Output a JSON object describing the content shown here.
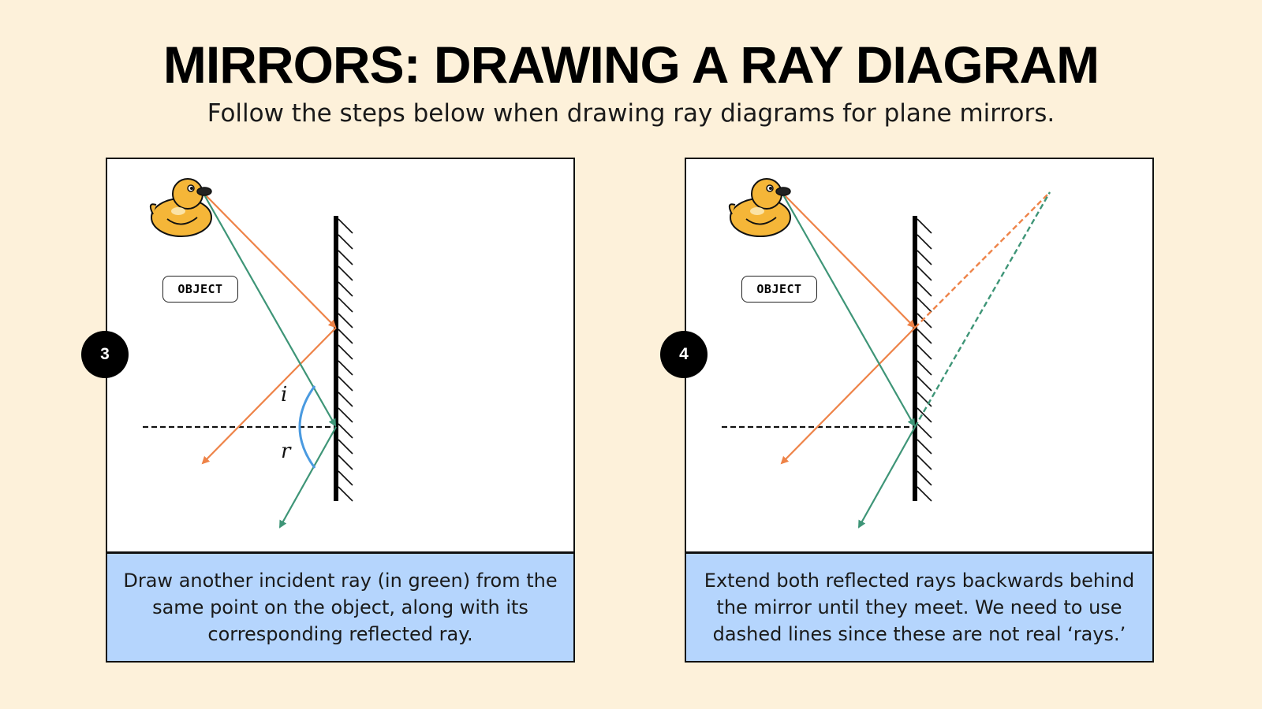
{
  "header": {
    "title": "MIRRORS: DRAWING A RAY DIAGRAM",
    "subtitle": "Follow the steps below when drawing ray diagrams for plane mirrors."
  },
  "steps": [
    {
      "number": "3",
      "object_label": "OBJECT",
      "incidence_label": "i",
      "reflection_label": "r",
      "caption": "Draw another incident ray (in green) from the same point on the object, along with its corresponding reflected ray."
    },
    {
      "number": "4",
      "object_label": "OBJECT",
      "caption": "Extend both reflected rays backwards behind the mirror until they meet. We need to use dashed lines since these are not real ‘rays.’"
    }
  ],
  "colors": {
    "background": "#fdf1da",
    "caption_bg": "#b5d5fd",
    "orange_ray": "#ee8348",
    "green_ray": "#3e9577",
    "angle_arc": "#4a9ae0",
    "duck_body": "#f5b638"
  },
  "icons": [
    "rubber-duck-icon"
  ]
}
